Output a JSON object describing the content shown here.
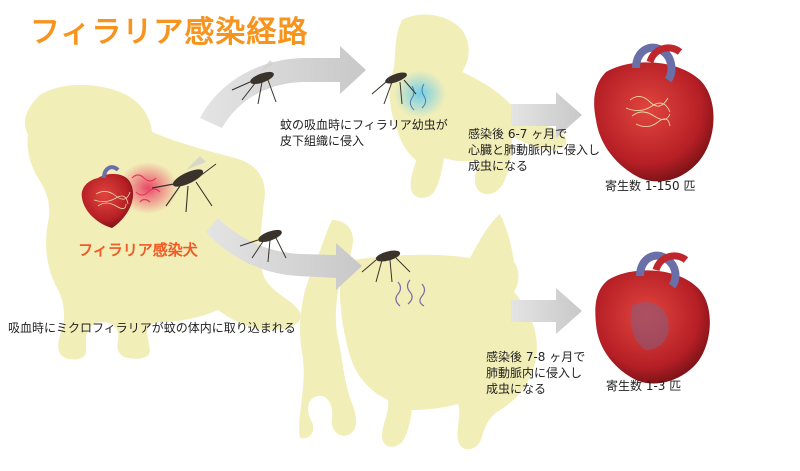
{
  "title": "フィラリア感染経路",
  "labels": {
    "infected_dog": "フィラリア感染犬",
    "microfilaria_uptake": "吸血時にミクロフィラリアが蚊の体内に取り込まれる",
    "dog_injection": "蚊の吸血時にフィラリア幼虫が\n皮下組織に侵入",
    "dog_after_infection": "感染後 6-7 ヶ月で\n心臓と肺動脈内に侵入し\n成虫になる",
    "dog_parasite_count": "寄生数 1-150 匹",
    "cat_after_infection": "感染後 7-8 ヶ月で\n肺動脈内に侵入し\n成虫になる",
    "cat_parasite_count": "寄生数 1-3 匹"
  },
  "colors": {
    "title": "#f7941d",
    "infected_label": "#f15a24",
    "silhouette": "#f2eeb8",
    "arrow": "#d4d4d4",
    "heart": "#c0272d",
    "heart_dark": "#7a1418",
    "aorta": "#6b6fa8",
    "worm": "#e8d9a8",
    "infection_glow": "#e8365d",
    "injection_glow": "#5ec8f0",
    "larva": "#7a6aa8",
    "mosquito": "#3a332c"
  },
  "icons": {
    "mosquito": "mosquito-icon",
    "heart": "heart-icon",
    "arrow": "arrow-icon"
  }
}
